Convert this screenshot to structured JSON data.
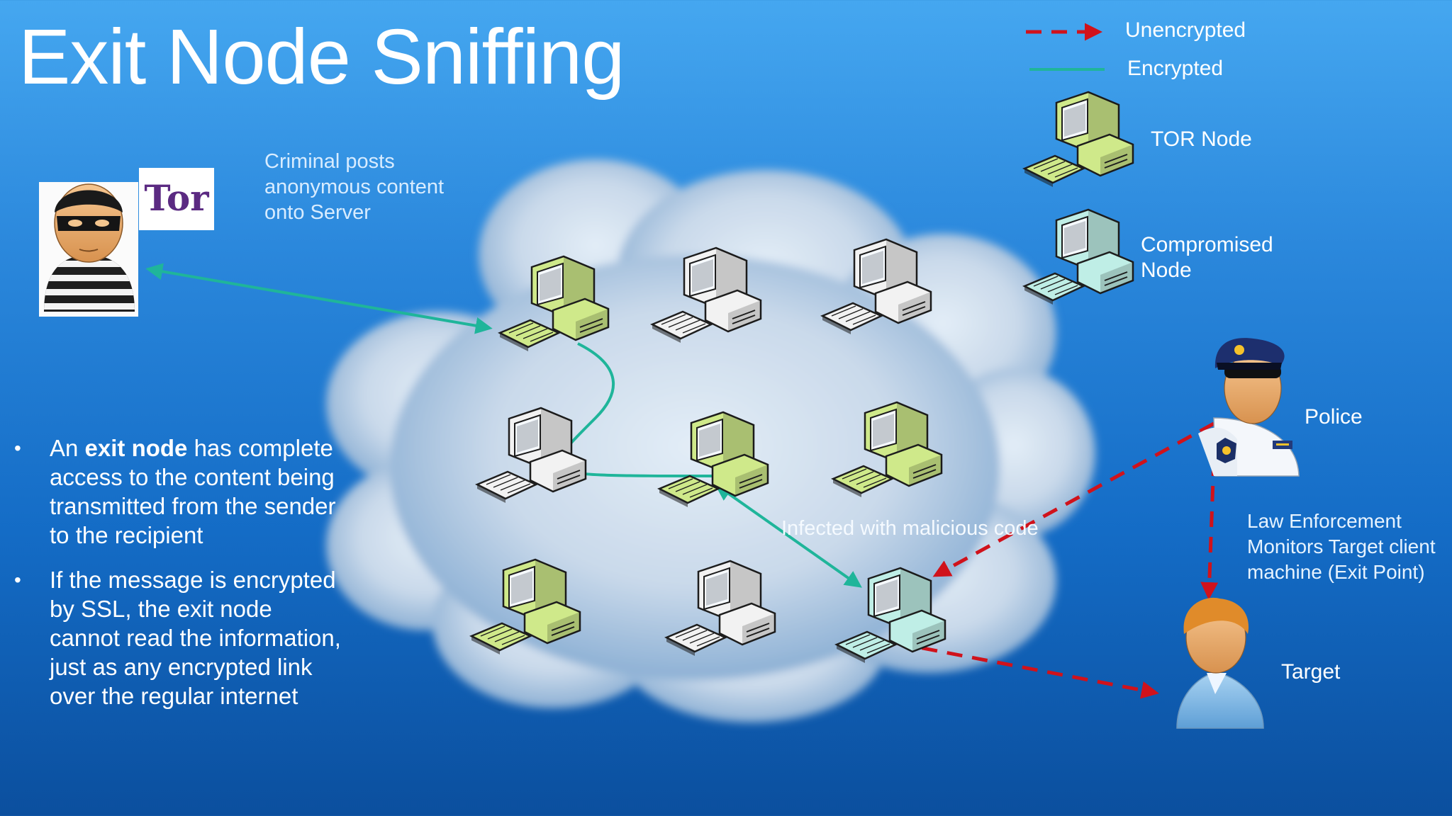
{
  "title": "Exit Node Sniffing",
  "caption": "Criminal posts anonymous content onto Server",
  "tor_logo_text": "Tor",
  "legend": {
    "unencrypted": "Unencrypted",
    "encrypted": "Encrypted",
    "tor_node": "TOR Node",
    "compromised_node": "Compromised Node"
  },
  "bullets": [
    {
      "pre": "An ",
      "bold": "exit node",
      "post": " has complete access to the content being transmitted from the sender to the recipient"
    },
    {
      "pre": "If the message is encrypted by SSL, the exit node cannot read the information, just as any encrypted link over the regular internet",
      "bold": "",
      "post": ""
    }
  ],
  "infected_label": "Infected with malicious code",
  "police_label": "Police",
  "law_label": "Law Enforcement Monitors Target client machine (Exit Point)",
  "target_label": "Target",
  "colors": {
    "encrypted": "#1fb59a",
    "unencrypted": "#d0121b",
    "tor_node": "#cfe98a",
    "compromised_node": "#bfeee6",
    "normal_node": "#f2f2f2"
  }
}
